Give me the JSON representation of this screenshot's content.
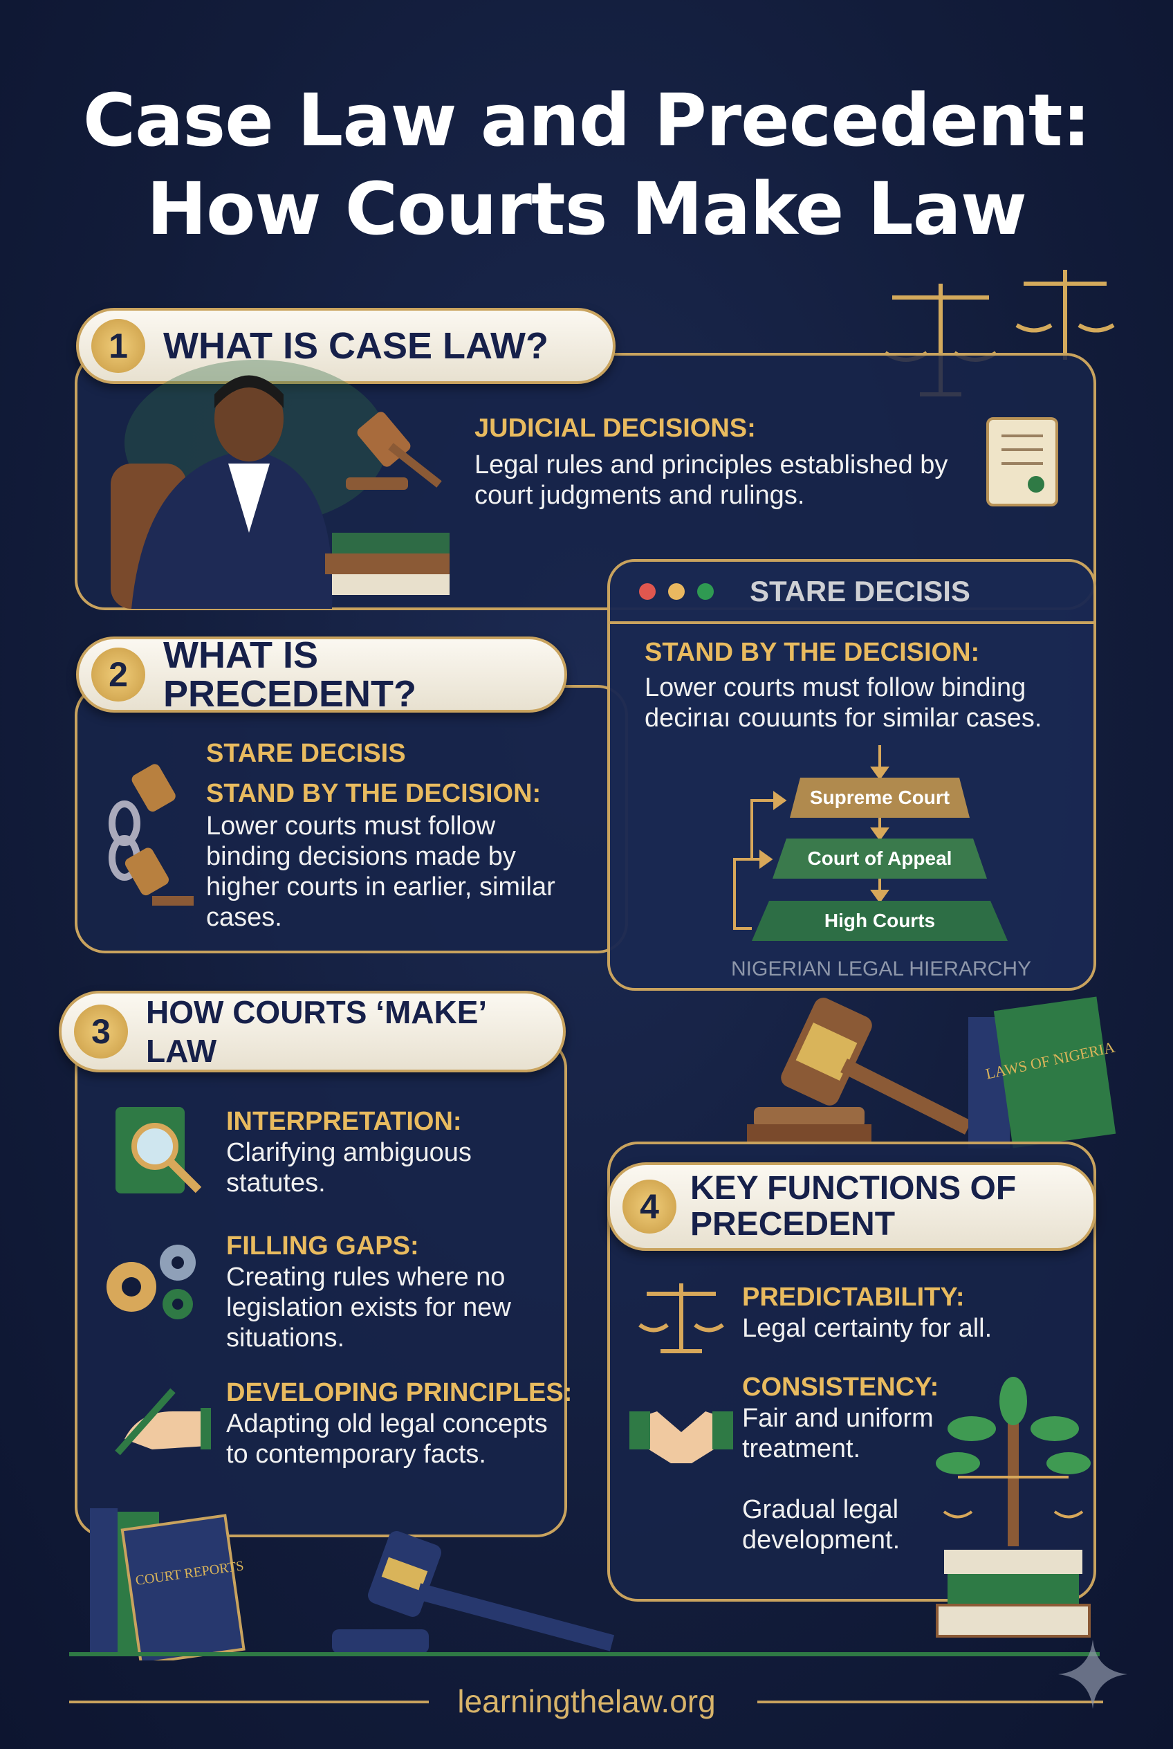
{
  "title": {
    "line1": "Case Law and Precedent:",
    "line2": "How Courts Make Law"
  },
  "section1": {
    "number": "1",
    "heading": "WHAT IS CASE LAW?",
    "label": "JUDICIAL DECISIONS:",
    "text": "Legal rules and principles established by court judgments and rulings."
  },
  "window": {
    "title": "STARE DECISIS",
    "dots": [
      "#e0574f",
      "#e9b860",
      "#2f9a52"
    ],
    "label": "STAND BY THE DECISION:",
    "text": "Lower courts must follow binding decirıaı couɯnts for similar cases.",
    "hierarchy": [
      "Supreme Court",
      "Court of Appeal",
      "High Courts"
    ],
    "caption": "NIGERIAN LEGAL HIERARCHY"
  },
  "section2": {
    "number": "2",
    "heading": "WHAT IS PRECEDENT?",
    "label1": "STARE DECISIS",
    "label2": "STAND BY THE DECISION:",
    "text": "Lower courts must follow binding decisions made by higher courts in earlier, similar cases."
  },
  "section3": {
    "number": "3",
    "heading": "HOW COURTS ‘MAKE’ LAW",
    "items": [
      {
        "label": "INTERPRETATION:",
        "text": "Clarifying ambiguous statutes.",
        "icon": "magnifier-book-icon"
      },
      {
        "label": "FILLING GAPS:",
        "text": "Creating rules where no legislation exists for new situations.",
        "icon": "gears-icon"
      },
      {
        "label": "DEVELOPING PRINCIPLES:",
        "text": "Adapting old legal concepts to contemporary facts.",
        "icon": "pen-hand-icon"
      }
    ]
  },
  "section4": {
    "number": "4",
    "heading": "KEY FUNCTIONS OF PRECEDENT",
    "items": [
      {
        "label": "PREDICTABILITY:",
        "text": "Legal certainty for all.",
        "icon": "scales-icon"
      },
      {
        "label": "CONSISTENCY:",
        "text": "Fair and uniform treatment.",
        "icon": "handshake-icon"
      },
      {
        "label": "",
        "text": "Gradual legal development.",
        "icon": "tree-icon"
      }
    ]
  },
  "books": {
    "laws": "LAWS OF NIGERIA",
    "reports": "COURT REPORTS"
  },
  "footer": {
    "site": "learningthelaw.org"
  },
  "colors": {
    "gold": "#c9a35e",
    "navy": "#121c3a",
    "green": "#2f7a45"
  }
}
